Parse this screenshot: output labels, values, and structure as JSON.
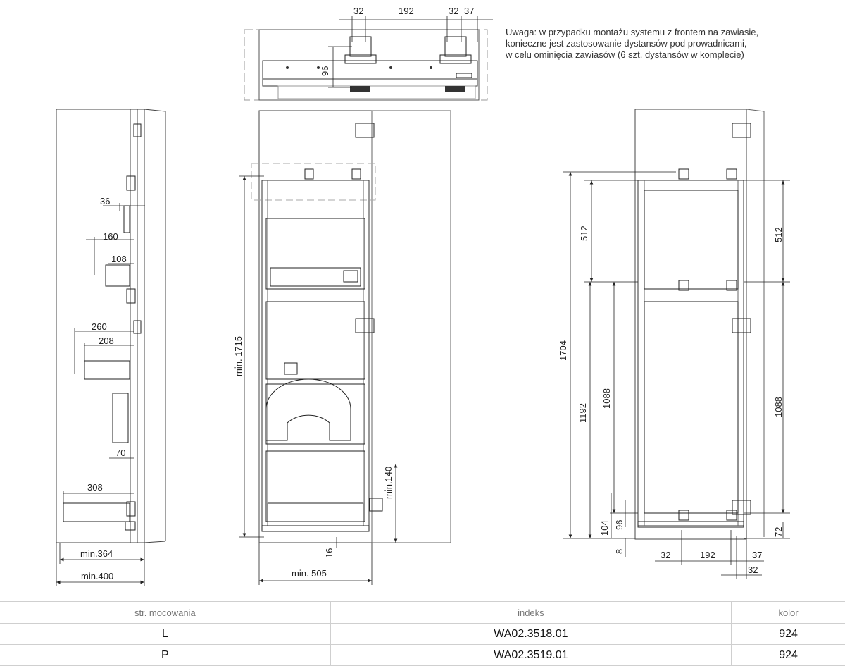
{
  "note": {
    "lines": [
      "Uwaga: w przypadku montażu systemu z frontem na zawiasie,",
      "konieczne jest zastosowanie dystansów pod prowadnicami,",
      "w celu ominięcia zawiasów (6 szt. dystansów w komplecie)"
    ]
  },
  "dims": {
    "top": {
      "d32a": "32",
      "d192": "192",
      "d32b": "32",
      "d37": "37",
      "d96": "96"
    },
    "left": {
      "d36": "36",
      "d160": "160",
      "d108": "108",
      "d260": "260",
      "d208": "208",
      "d70": "70",
      "d308": "308",
      "min364": "min.364",
      "min400": "min.400"
    },
    "middle": {
      "min1715": "min. 1715",
      "min140": "min.140",
      "d16": "16",
      "min505": "min. 505"
    },
    "right": {
      "d1704": "1704",
      "d512a": "512",
      "d1192": "1192",
      "d1088a": "1088",
      "d104": "104",
      "d96": "96",
      "d8": "8",
      "d512b": "512",
      "d1088b": "1088",
      "d72": "72",
      "d32a": "32",
      "d192": "192",
      "d37": "37",
      "d32b": "32"
    }
  },
  "table": {
    "headers": [
      "str. mocowania",
      "indeks",
      "kolor"
    ],
    "rows": [
      [
        "L",
        "WA02.3518.01",
        "924"
      ],
      [
        "P",
        "WA02.3519.01",
        "924"
      ]
    ]
  }
}
